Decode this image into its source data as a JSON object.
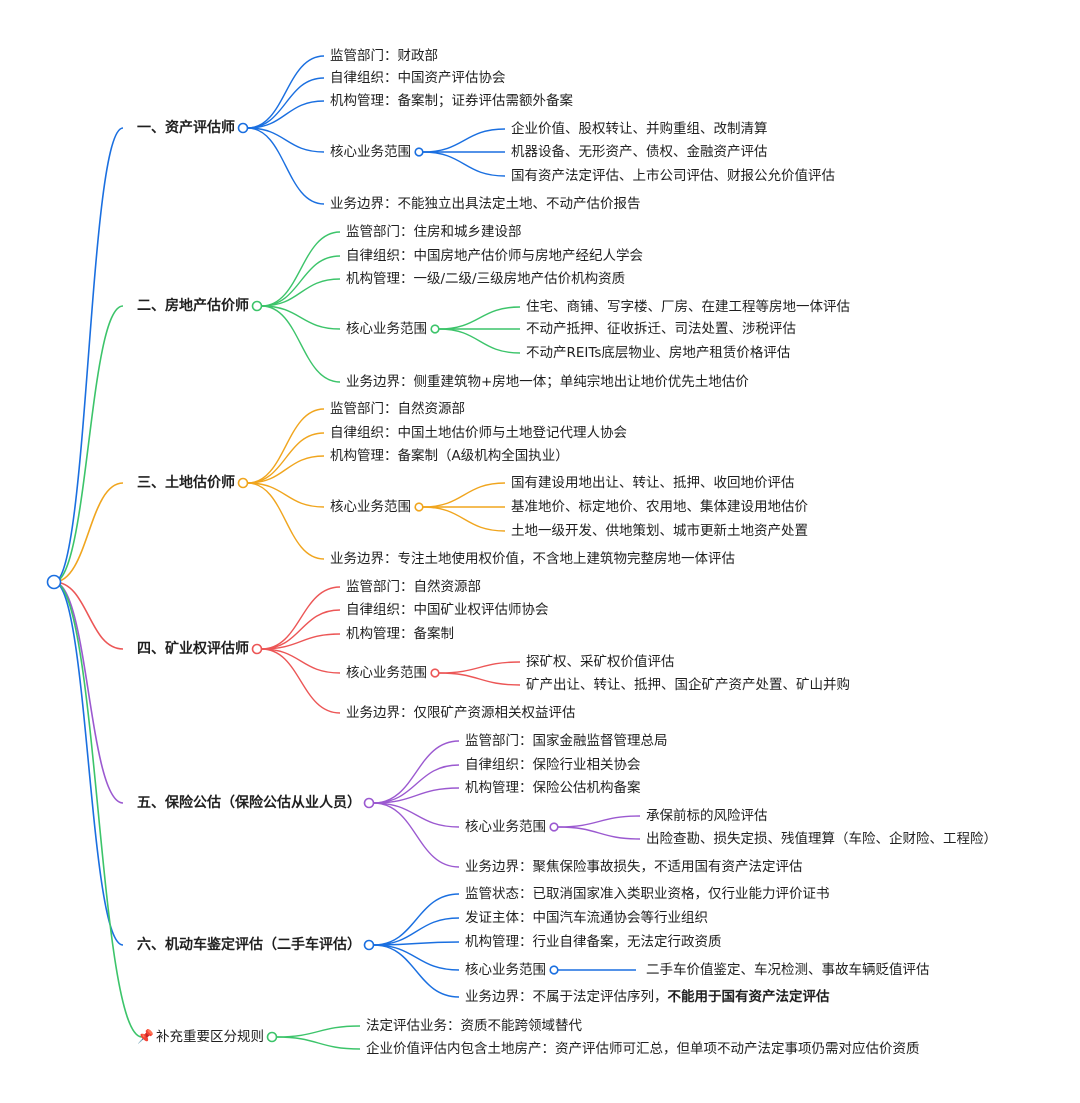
{
  "branches": [
    {
      "title": "一、资产评估师",
      "color": "#1a6fe0",
      "items": [
        {
          "text": "监管部门：财政部"
        },
        {
          "text": "自律组织：中国资产评估协会"
        },
        {
          "text": "机构管理：备案制；证券评估需额外备案"
        },
        {
          "text": "核心业务范围",
          "children": [
            "企业价值、股权转让、并购重组、改制清算",
            "机器设备、无形资产、债权、金融资产评估",
            "国有资产法定评估、上市公司评估、财报公允价值评估"
          ]
        },
        {
          "text": "业务边界：不能独立出具法定土地、不动产估价报告"
        }
      ]
    },
    {
      "title": "二、房地产估价师",
      "color": "#3cc46a",
      "items": [
        {
          "text": "监管部门：住房和城乡建设部"
        },
        {
          "text": "自律组织：中国房地产估价师与房地产经纪人学会"
        },
        {
          "text": "机构管理：一级/二级/三级房地产估价机构资质"
        },
        {
          "text": "核心业务范围",
          "children": [
            "住宅、商铺、写字楼、厂房、在建工程等房地一体评估",
            "不动产抵押、征收拆迁、司法处置、涉税评估",
            "不动产REITs底层物业、房地产租赁价格评估"
          ]
        },
        {
          "text": "业务边界：侧重建筑物+房地一体；单纯宗地出让地价优先土地估价"
        }
      ]
    },
    {
      "title": "三、土地估价师",
      "color": "#f0a51e",
      "items": [
        {
          "text": "监管部门：自然资源部"
        },
        {
          "text": "自律组织：中国土地估价师与土地登记代理人协会"
        },
        {
          "text": "机构管理：备案制（A级机构全国执业）"
        },
        {
          "text": "核心业务范围",
          "children": [
            "国有建设用地出让、转让、抵押、收回地价评估",
            "基准地价、标定地价、农用地、集体建设用地估价",
            "土地一级开发、供地策划、城市更新土地资产处置"
          ]
        },
        {
          "text": "业务边界：专注土地使用权价值，不含地上建筑物完整房地一体评估"
        }
      ]
    },
    {
      "title": "四、矿业权评估师",
      "color": "#ec5656",
      "items": [
        {
          "text": "监管部门：自然资源部"
        },
        {
          "text": "自律组织：中国矿业权评估师协会"
        },
        {
          "text": "机构管理：备案制"
        },
        {
          "text": "核心业务范围",
          "children": [
            "探矿权、采矿权价值评估",
            "矿产出让、转让、抵押、国企矿产资产处置、矿山并购"
          ]
        },
        {
          "text": "业务边界：仅限矿产资源相关权益评估"
        }
      ]
    },
    {
      "title": "五、保险公估（保险公估从业人员）",
      "color": "#9b59d0",
      "items": [
        {
          "text": "监管部门：国家金融监督管理总局"
        },
        {
          "text": "自律组织：保险行业相关协会"
        },
        {
          "text": "机构管理：保险公估机构备案"
        },
        {
          "text": "核心业务范围",
          "children": [
            "承保前标的风险评估",
            "出险查勘、损失定损、残值理算（车险、企财险、工程险）"
          ]
        },
        {
          "text": "业务边界：聚焦保险事故损失，不适用国有资产法定评估"
        }
      ]
    },
    {
      "title": "六、机动车鉴定评估（二手车评估）",
      "color": "#1a6fe0",
      "items": [
        {
          "text": "监管状态：已取消国家准入类职业资格，仅行业能力评价证书"
        },
        {
          "text": "发证主体：中国汽车流通协会等行业组织"
        },
        {
          "text": "机构管理：行业自律备案，无法定行政资质"
        },
        {
          "text": "核心业务范围",
          "children": [
            "二手车价值鉴定、车况检测、事故车辆贬值评估"
          ]
        },
        {
          "text": "业务边界：不属于法定评估序列，",
          "bold": "不能用于国有资产法定评估"
        }
      ]
    },
    {
      "title": "补充重要区分规则",
      "icon": "📌",
      "icon_name": "pushpin-icon",
      "color": "#3cc46a",
      "plain": true,
      "items": [
        {
          "text": "法定评估业务：资质不能跨领域替代"
        },
        {
          "text": "企业价值评估内包含土地房产：资产评估师可汇总，但单项不动产法定事项仍需对应估价资质"
        }
      ]
    }
  ],
  "root_color": "#1a6fe0"
}
